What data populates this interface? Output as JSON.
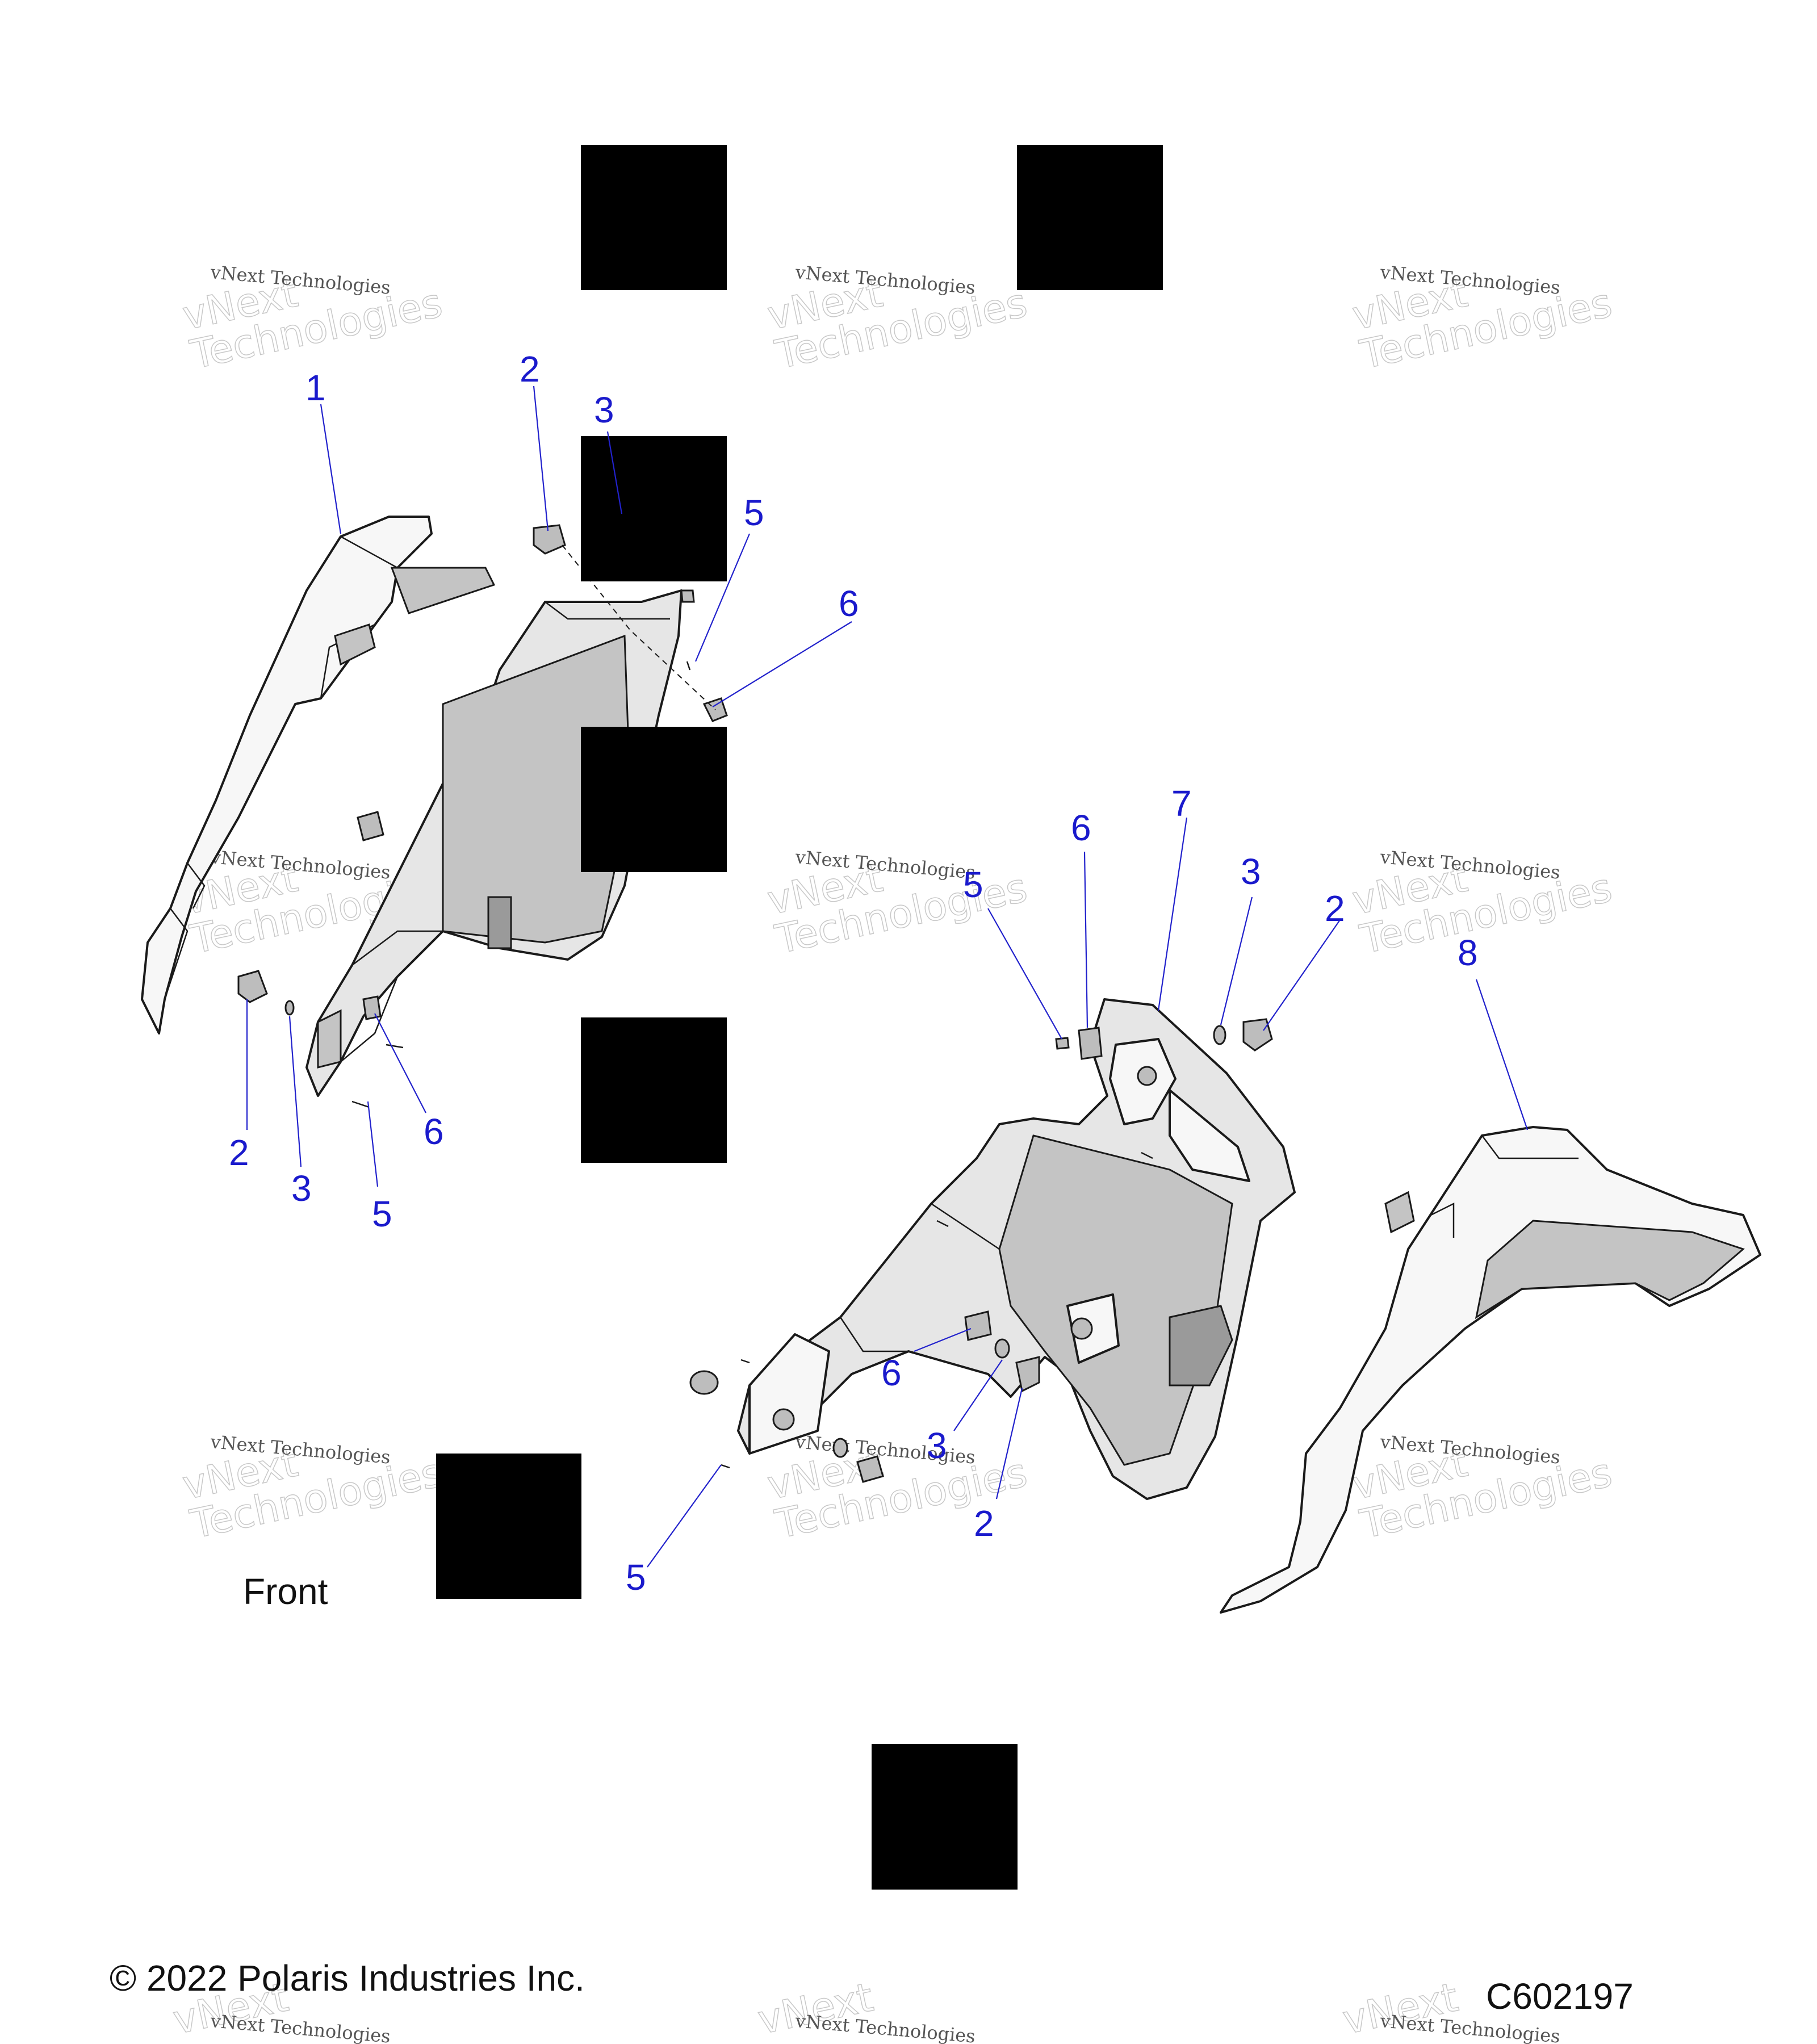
{
  "diagram": {
    "copyright": "© 2022 Polaris Industries Inc.",
    "drawing_number": "C602197",
    "orientation_label": "Front",
    "watermark_text": "vNext Technologies",
    "callouts": {
      "c1": "1",
      "c2a": "2",
      "c3a": "3",
      "c5a": "5",
      "c6a": "6",
      "c2b": "2",
      "c3b": "3",
      "c5b": "5",
      "c6b": "6",
      "c6c": "6",
      "c7": "7",
      "c5c": "5",
      "c3c": "3",
      "c2c": "2",
      "c8": "8",
      "c6d": "6",
      "c3d": "3",
      "c2d": "2",
      "c5d": "5"
    },
    "colors": {
      "callout": "#1a1acc",
      "redaction": "#000000",
      "part_fill": "#e6e6e6"
    }
  }
}
